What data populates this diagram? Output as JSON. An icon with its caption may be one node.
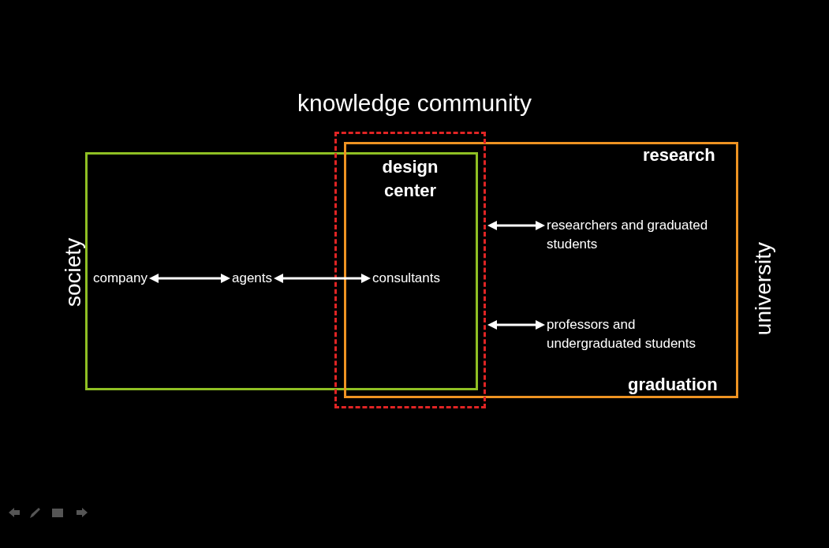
{
  "diagram": {
    "title": "knowledge community",
    "nodes": [
      {
        "text": [
          "society"
        ]
      },
      {
        "text": [
          "university",
          "research",
          "graduation"
        ]
      },
      {
        "text": [
          "design center"
        ]
      },
      {
        "text": [
          "company"
        ],
        "in": 0
      },
      {
        "text": [
          "agents"
        ],
        "in": 0
      },
      {
        "text": [
          "consultants"
        ],
        "in": 2
      },
      {
        "text": [
          "researchers and graduated students"
        ],
        "in": 1
      },
      {
        "text": [
          "professors and undergraduated students"
        ],
        "in": 1
      }
    ],
    "edges": [
      {
        "from": 3,
        "to": 4,
        "arrow": "both"
      },
      {
        "from": 4,
        "to": 5,
        "arrow": "both"
      },
      {
        "from": 2,
        "to": 6,
        "arrow": "both"
      },
      {
        "from": 2,
        "to": 7,
        "arrow": "both"
      }
    ]
  }
}
